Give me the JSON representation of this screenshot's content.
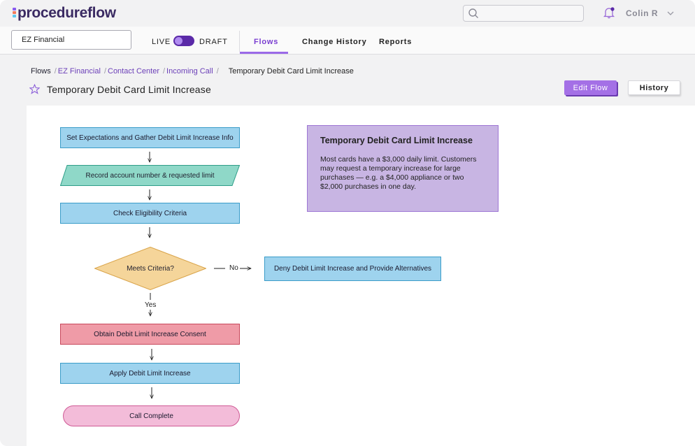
{
  "app": {
    "logo_text": "procedureflow"
  },
  "header": {
    "search_placeholder": "",
    "user_name": "Colin R"
  },
  "navbar": {
    "organization": "EZ Financial",
    "live_label": "LIVE",
    "draft_label": "DRAFT",
    "tabs": [
      {
        "label": "Flows",
        "active": true
      },
      {
        "label": "Change History",
        "active": false
      },
      {
        "label": "Reports",
        "active": false
      }
    ]
  },
  "breadcrumb": {
    "root": "Flows",
    "items": [
      "EZ Financial",
      "Contact Center",
      "Incoming Call"
    ],
    "separator": "/",
    "current": "Temporary Debit Card Limit Increase"
  },
  "page": {
    "title": "Temporary Debit Card Limit Increase",
    "edit_button": "Edit Flow",
    "history_button": "History"
  },
  "flow": {
    "nodes": {
      "n1": "Set Expectations and Gather Debit Limit Increase Info",
      "n2": "Record account number & requested limit",
      "n3": "Check Eligibility Criteria",
      "n4": "Meets Criteria?",
      "n5": "Deny Debit Limit Increase and Provide Alternatives",
      "n6": "Obtain Debit Limit Increase Consent",
      "n7": "Apply Debit Limit Increase",
      "n8": "Call Complete"
    },
    "edge_labels": {
      "no": "No",
      "yes": "Yes"
    },
    "note": {
      "title": "Temporary Debit Card Limit Increase",
      "body": "Most cards have a $3,000 daily limit. Customers may request a temporary increase for large purchases — e.g. a $4,000 appliance or two $2,000 purchases in one day."
    }
  },
  "colors": {
    "accent": "#7a3fd1",
    "process": "#9ed3ee",
    "data": "#8fd8c8",
    "decision": "#f5d59a",
    "consent": "#ef9ba7",
    "terminal": "#f3bcd9",
    "note": "#c8b5e3"
  }
}
